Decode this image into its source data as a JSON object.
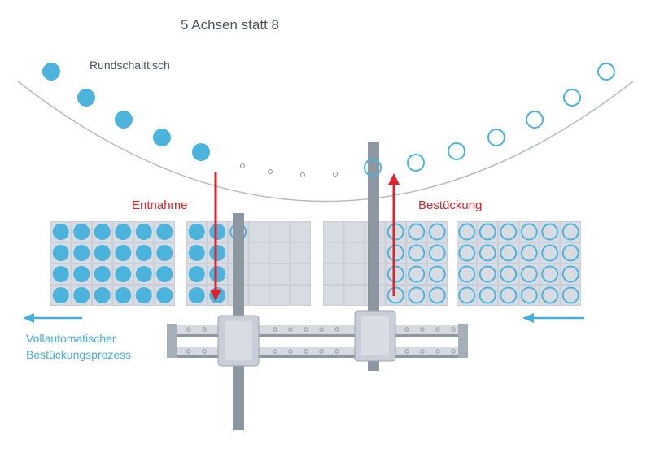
{
  "title": "5 Achsen statt 8",
  "labels": {
    "rotary_table": "Rundschalttisch",
    "removal": "Entnahme",
    "loading": "Bestückung",
    "process_line1": "Vollautomatischer",
    "process_line2": "Bestückungsprozess"
  },
  "colors": {
    "accent_blue": "#4cb3dd",
    "arrow_red": "#e2202a",
    "tray_gray": "#c9ced8",
    "rail_gray": "#8c97a2",
    "text_gray": "#4a5560",
    "caption_blue": "#45b0d8"
  }
}
